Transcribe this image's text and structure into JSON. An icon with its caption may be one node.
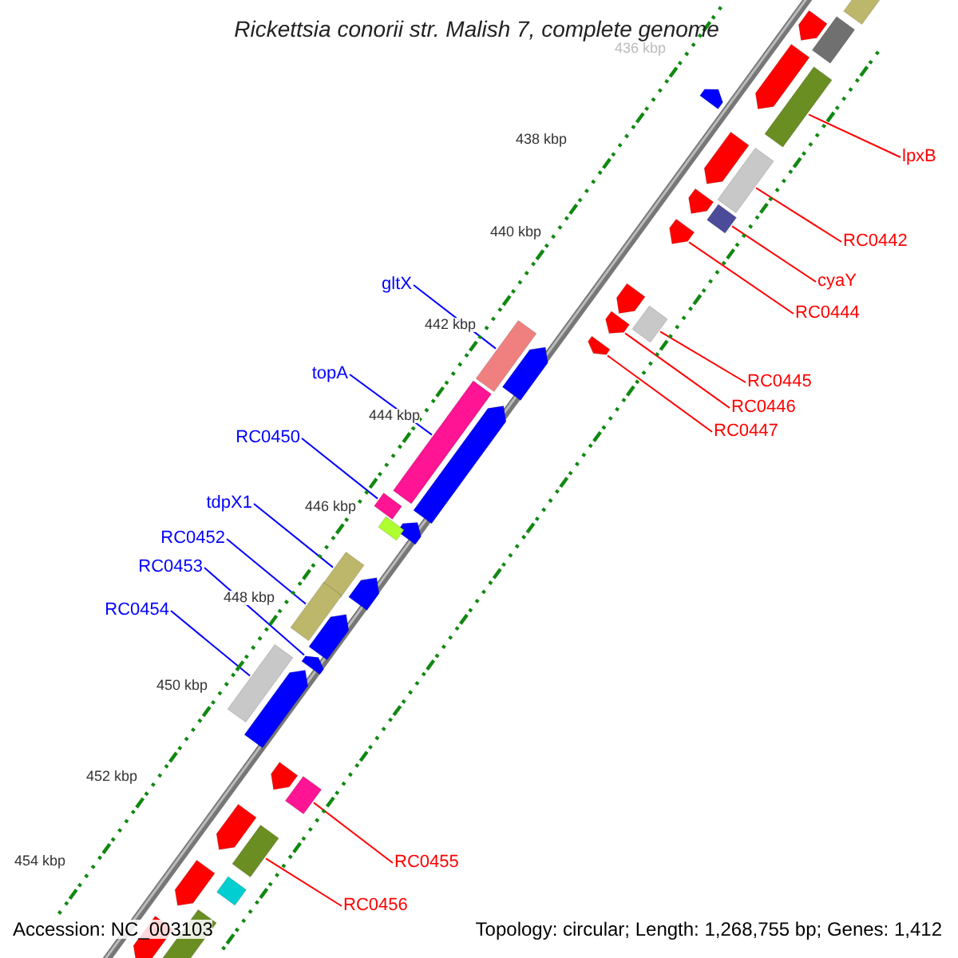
{
  "diagram": {
    "title": "Rickettsia conorii str. Malish 7, complete genome",
    "nodes": [
      {
        "text": [
          "lpxB"
        ]
      },
      {
        "text": [],
        "shape": "bar"
      },
      {
        "text": [
          "RC0442"
        ]
      },
      {
        "text": [],
        "shape": "bar"
      },
      {
        "text": [
          "cyaY"
        ]
      },
      {
        "text": [],
        "shape": "box"
      },
      {
        "text": [
          "gltX"
        ]
      },
      {
        "text": [],
        "shape": "bar"
      },
      {
        "text": [
          "RC0444"
        ]
      },
      {
        "text": [],
        "shape": "pentagon"
      },
      {
        "text": [
          "topA"
        ]
      },
      {
        "text": [],
        "shape": "bar"
      },
      {
        "text": [
          "RC0445"
        ]
      },
      {
        "text": [],
        "shape": "box"
      },
      {
        "text": [
          "RC0446"
        ]
      },
      {
        "text": [],
        "shape": "pentagon"
      },
      {
        "text": [
          "RC0447"
        ]
      },
      {
        "text": [],
        "shape": "pentagon"
      },
      {
        "text": [
          "RC0450"
        ]
      },
      {
        "text": [],
        "shape": "box"
      },
      {
        "text": [
          "tdpX1"
        ]
      },
      {
        "text": [],
        "shape": "bar"
      },
      {
        "text": [
          "RC0452"
        ]
      },
      {
        "text": [],
        "shape": "bar"
      },
      {
        "text": [
          "RC0453"
        ]
      },
      {
        "text": [],
        "shape": "pentagon"
      },
      {
        "text": [
          "RC0454"
        ]
      },
      {
        "text": [],
        "shape": "bar"
      },
      {
        "text": [
          "RC0455"
        ]
      },
      {
        "text": [],
        "shape": "box"
      },
      {
        "text": [
          "RC0456"
        ]
      },
      {
        "text": [],
        "shape": "bar"
      },
      {
        "text": [],
        "shape": "bar"
      },
      {
        "text": [],
        "shape": "pentagon"
      },
      {
        "text": [],
        "shape": "bar"
      },
      {
        "text": [],
        "shape": "pentagon"
      },
      {
        "text": [],
        "shape": "pentagon"
      },
      {
        "text": [],
        "shape": "pentagon"
      },
      {
        "text": [],
        "shape": "pentagon"
      },
      {
        "text": [],
        "shape": "pentagon"
      },
      {
        "text": [],
        "shape": "pentagon"
      },
      {
        "text": [],
        "shape": "pentagon"
      },
      {
        "text": [],
        "shape": "box"
      },
      {
        "text": [],
        "shape": "pentagon"
      },
      {
        "text": [],
        "shape": "pentagon"
      },
      {
        "text": [],
        "shape": "pentagon"
      },
      {
        "text": [],
        "shape": "pentagon"
      },
      {
        "text": [],
        "shape": "pentagon"
      },
      {
        "text": [],
        "shape": "pentagon"
      },
      {
        "text": [],
        "shape": "pentagon"
      },
      {
        "text": [],
        "shape": "box"
      },
      {
        "text": [],
        "shape": "pentagon"
      },
      {
        "text": [],
        "shape": "bar"
      }
    ],
    "edges": [
      {
        "from": 0,
        "to": 1,
        "arrow": "none"
      },
      {
        "from": 2,
        "to": 3,
        "arrow": "none"
      },
      {
        "from": 4,
        "to": 5,
        "arrow": "none"
      },
      {
        "from": 6,
        "to": 7,
        "arrow": "none",
        "color": "#0000ff"
      },
      {
        "from": 8,
        "to": 9,
        "arrow": "none"
      },
      {
        "from": 10,
        "to": 11,
        "arrow": "none",
        "color": "#0000ff"
      },
      {
        "from": 12,
        "to": 13,
        "arrow": "none"
      },
      {
        "from": 14,
        "to": 15,
        "arrow": "none"
      },
      {
        "from": 16,
        "to": 17,
        "arrow": "none"
      },
      {
        "from": 18,
        "to": 19,
        "arrow": "none",
        "color": "#0000ff"
      },
      {
        "from": 20,
        "to": 21,
        "arrow": "none",
        "color": "#0000ff"
      },
      {
        "from": 22,
        "to": 23,
        "arrow": "none",
        "color": "#0000ff"
      },
      {
        "from": 24,
        "to": 25,
        "arrow": "none",
        "color": "#0000ff"
      },
      {
        "from": 26,
        "to": 27,
        "arrow": "none",
        "color": "#0000ff"
      },
      {
        "from": 28,
        "to": 29,
        "arrow": "none"
      },
      {
        "from": 30,
        "to": 31,
        "arrow": "none"
      }
    ],
    "labels": [
      "436 kbp",
      "438 kbp",
      "440 kbp",
      "442 kbp",
      "444 kbp",
      "446 kbp",
      "448 kbp",
      "450 kbp",
      "452 kbp",
      "454 kbp",
      "Accession: NC_003103",
      "Topology: circular; Length: 1,268,755 bp; Genes: 1,412"
    ]
  }
}
